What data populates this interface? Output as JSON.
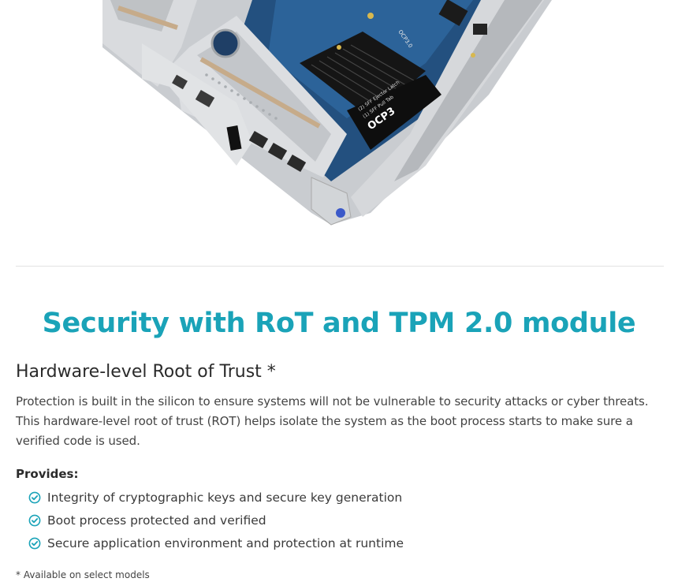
{
  "theme": {
    "accent": "#1aa3b8",
    "check": "#1aa3b8"
  },
  "image": {
    "icon": "server-board-photo",
    "silkscreen_large": "OCP3",
    "silkscreen_small_1": "(1) SFF Pull Tab",
    "silkscreen_small_2": "(2) SFF Ejector Latch",
    "silkscreen_top": "OCP3.0"
  },
  "section": {
    "title": "Security with RoT and TPM 2.0 module",
    "subtitle": "Hardware-level Root of Trust *",
    "description": "Protection is built in the silicon to ensure systems will not be vulnerable to security attacks or cyber threats. This hardware-level root of trust (ROT) helps isolate the system as the boot process starts to make sure a verified code is used.",
    "provides_label": "Provides:",
    "features": [
      "Integrity of cryptographic keys and secure key generation",
      "Boot process protected and verified",
      "Secure application environment and protection at runtime"
    ],
    "feature_icon": "check-circle-icon",
    "footnote": "* Available on select models"
  }
}
